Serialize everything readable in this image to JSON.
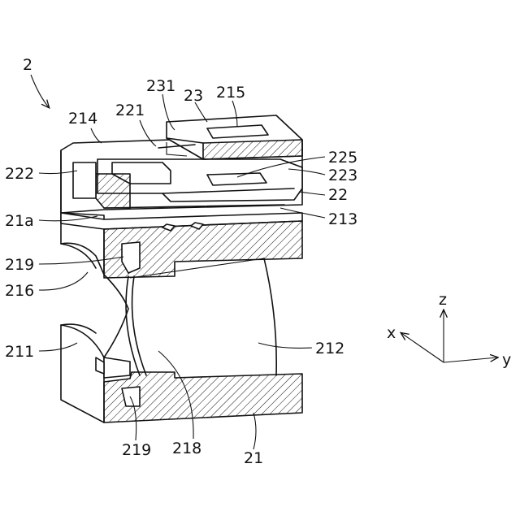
{
  "labels": {
    "l2": "2",
    "l214": "214",
    "l221": "221",
    "l231": "231",
    "l23": "23",
    "l215": "215",
    "l225": "225",
    "l223": "223",
    "l22": "22",
    "l222": "222",
    "l21a": "21a",
    "l213": "213",
    "l219a": "219",
    "l216": "216",
    "l211": "211",
    "l212": "212",
    "l219b": "219",
    "l218": "218",
    "l21": "21"
  },
  "axes": {
    "x": "x",
    "y": "y",
    "z": "z"
  }
}
